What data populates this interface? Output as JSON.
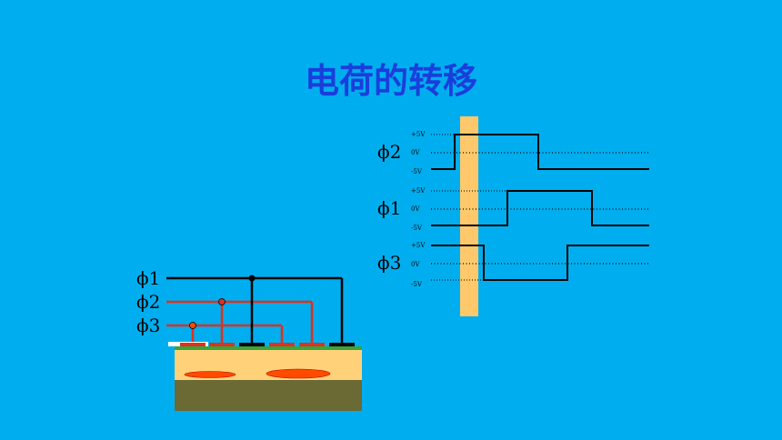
{
  "slide": {
    "title": "电荷的转移",
    "colors": {
      "background": "#00AEEF",
      "title": "#1A3EDB",
      "highlight_bar": "#FFC96B",
      "phase1_wire": "#000000",
      "phase2_wire": "#E0301E",
      "phase3_wire": "#E0301E",
      "oxide": "#FFD27A",
      "substrate": "#6B6A35",
      "charge": "#FF4A00"
    }
  },
  "timing": {
    "voltage_labels": {
      "high": "+5V",
      "zero": "0V",
      "low": "-5V"
    },
    "phases": [
      {
        "label": "ϕ2",
        "waveform": "high from the marker to mid-period"
      },
      {
        "label": "ϕ1",
        "waveform": "high from after the marker"
      },
      {
        "label": "ϕ3",
        "waveform": "high until just after the marker"
      }
    ]
  },
  "ccd": {
    "wire_labels": [
      "ϕ1",
      "ϕ2",
      "ϕ3"
    ],
    "charge_packets": 2
  }
}
